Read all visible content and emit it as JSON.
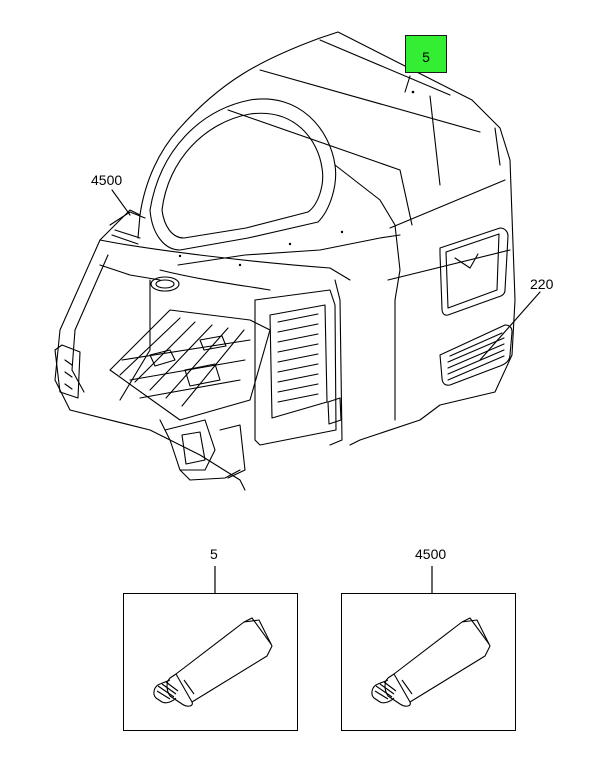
{
  "callouts": {
    "highlighted_ref": "5",
    "roof_seal_ref": "4500",
    "side_panel_ref": "220"
  },
  "detail_boxes": [
    {
      "ref": "5",
      "part": "tube-icon"
    },
    {
      "ref": "4500",
      "part": "tube-icon"
    }
  ],
  "colors": {
    "highlight": "#33ee33",
    "line": "#000000"
  }
}
